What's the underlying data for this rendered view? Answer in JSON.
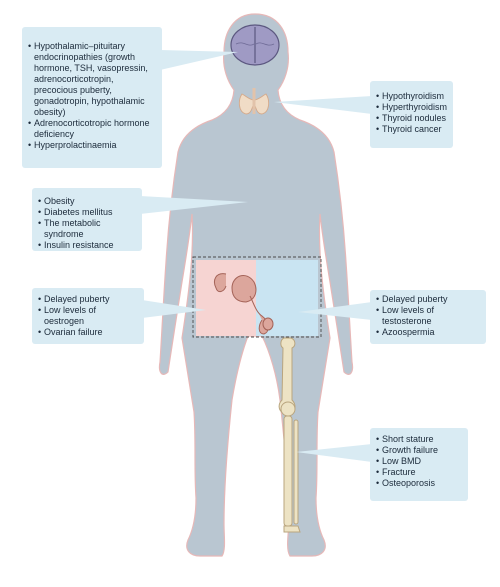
{
  "colors": {
    "body": "#b9c6d1",
    "body_outline": "#e6b8b8",
    "callout": "#d9ebf3",
    "female_region": "#f6d4d2",
    "male_region": "#c9e4f2",
    "brain": "#9f9ac4",
    "thyroid": "#f0dcc6",
    "uterus": "#dca69c",
    "bone": "#ede3c4"
  },
  "icons": [
    "brain-icon",
    "thyroid-icon",
    "uterus-icon",
    "bone-leg-icon"
  ],
  "callouts": {
    "hypothalamic": {
      "items": [
        "Hypothalamic–pituitary endocrinopathies (growth hormone, TSH, vasopressin, adrenocorticotropin, precocious puberty, gonadotropin, hypothalamic obesity)",
        "Adrenocorticotropic hormone deficiency",
        "Hyperprolactinaemia"
      ]
    },
    "thyroid": {
      "items": [
        "Hypothyroidism",
        "Hyperthyroidism",
        "Thyroid nodules",
        "Thyroid cancer"
      ]
    },
    "metabolic": {
      "items": [
        "Obesity",
        "Diabetes mellitus",
        "The metabolic syndrome",
        "Insulin resistance"
      ]
    },
    "female": {
      "items": [
        "Delayed puberty",
        "Low levels of oestrogen",
        "Ovarian failure"
      ]
    },
    "male": {
      "items": [
        "Delayed puberty",
        "Low levels of testosterone",
        "Azoospermia"
      ]
    },
    "bone": {
      "items": [
        "Short stature",
        "Growth failure",
        "Low BMD",
        "Fracture",
        "Osteoporosis"
      ]
    }
  }
}
